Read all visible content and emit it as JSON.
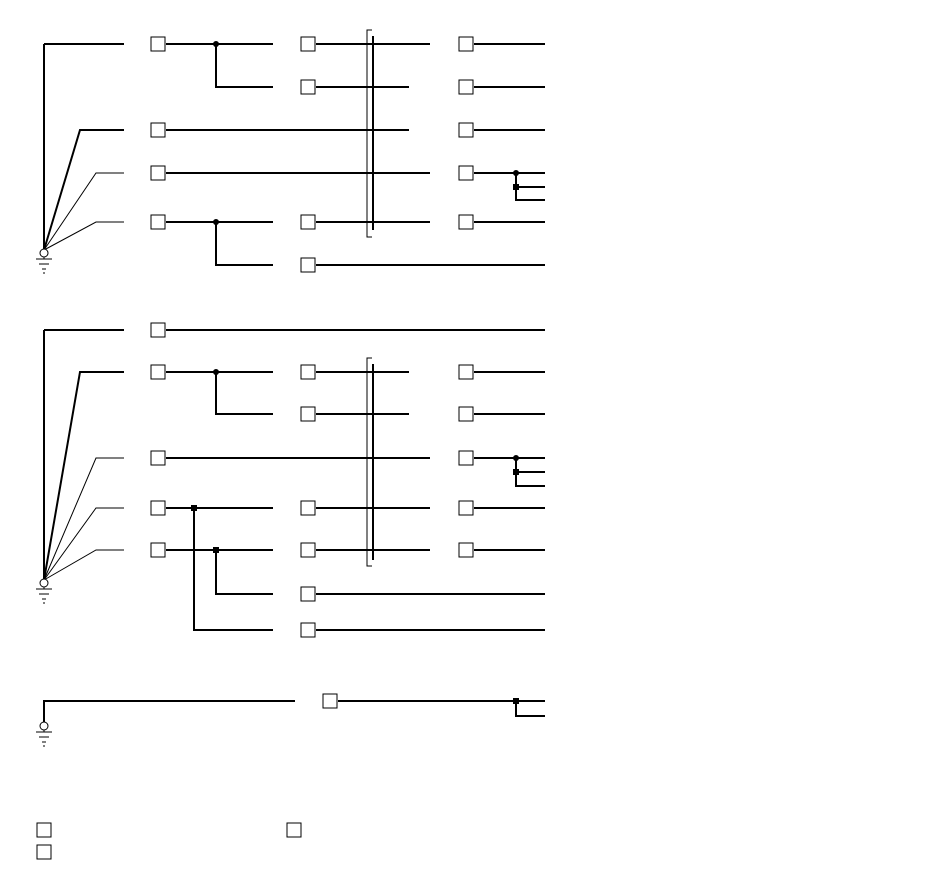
{
  "diagram": {
    "type": "wiring-schematic",
    "sections": [
      {
        "id": "group-a",
        "branches": 6,
        "ground": true,
        "junction_bar": true
      },
      {
        "id": "group-b",
        "branches": 7,
        "ground": true,
        "junction_bar": true
      },
      {
        "id": "group-c",
        "branches": 1,
        "ground": true,
        "junction_bar": false
      }
    ],
    "legend": {
      "entries": 3
    },
    "colors": {
      "line": "#000000",
      "background": "#ffffff",
      "box_fill": "#ffffff"
    }
  }
}
